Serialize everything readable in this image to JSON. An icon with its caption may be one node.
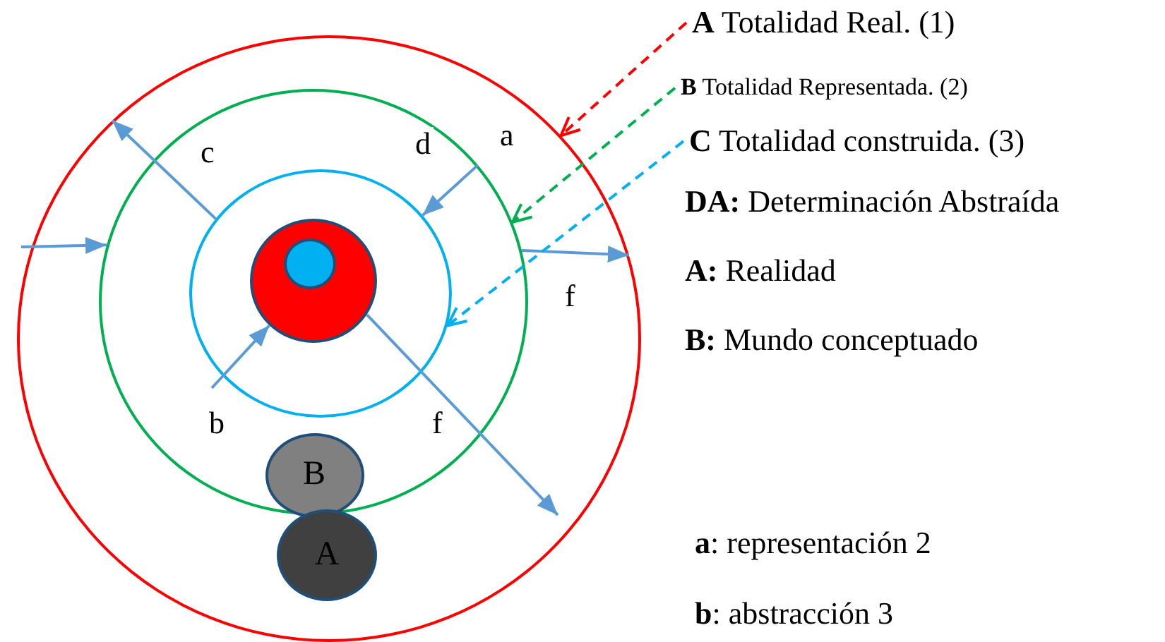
{
  "diagram": {
    "nodes": [
      {
        "text": [],
        "shape": "circle"
      },
      {
        "text": [],
        "shape": "circle",
        "in": 0
      },
      {
        "text": [],
        "shape": "circle",
        "in": 1
      },
      {
        "text": [],
        "shape": "circle",
        "in": 2
      },
      {
        "text": [],
        "shape": "circle",
        "in": 3
      },
      {
        "text": [
          "B"
        ],
        "in": 1
      },
      {
        "text": [
          "A"
        ],
        "in": 0
      },
      {
        "text": [
          "**A** Totalidad Real. (1)"
        ]
      },
      {
        "text": [
          "**B** Totalidad Representada. (2)"
        ]
      },
      {
        "text": [
          "**C** Totalidad construida. (3)"
        ]
      }
    ],
    "edges": [
      {
        "from": null,
        "to": 1,
        "arrow": "to"
      },
      {
        "from": 2,
        "to": 0,
        "arrow": "to"
      },
      {
        "from": 1,
        "to": 2,
        "arrow": "to"
      },
      {
        "from": null,
        "to": 3,
        "arrow": "to"
      },
      {
        "from": 3,
        "to": null,
        "arrow": "to"
      },
      {
        "from": 1,
        "to": 0,
        "arrow": "to"
      },
      {
        "from": 7,
        "to": 0,
        "arrow": "to",
        "style": "dashed",
        "color": "#ff0000"
      },
      {
        "from": 8,
        "to": 1,
        "arrow": "to",
        "style": "dashed",
        "color": "#00b050"
      },
      {
        "from": 9,
        "to": 2,
        "arrow": "to",
        "style": "dashed",
        "color": "#00b0f0"
      }
    ],
    "labels": [
      "a",
      "c",
      "d",
      "f",
      "b",
      "f",
      "**DA:** Determinación Abstraída",
      "**A:** Realidad",
      "**B:** Mundo conceptuado",
      "**a**: representación 2",
      "**b**: abstracción 3"
    ]
  }
}
